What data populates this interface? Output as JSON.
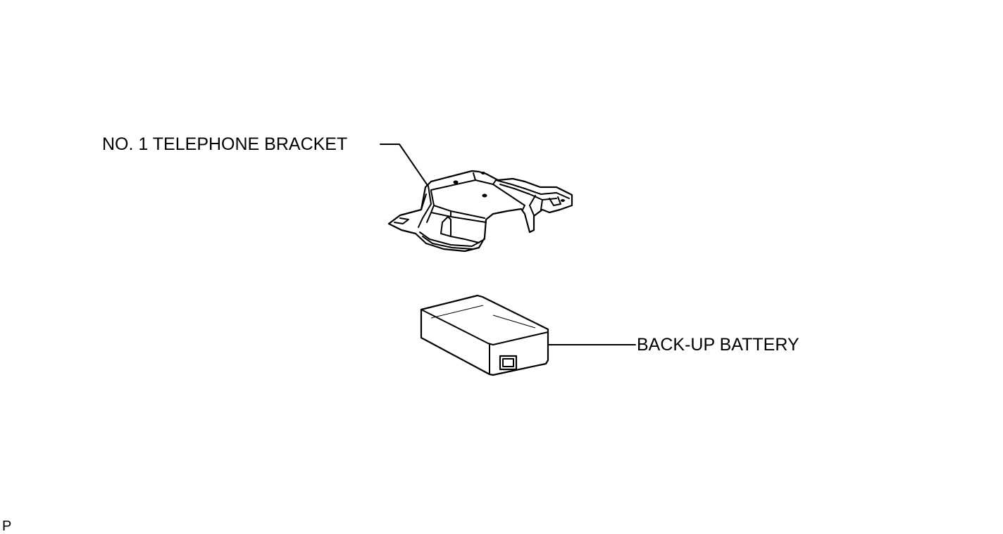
{
  "callouts": {
    "bracket": "NO. 1 TELEPHONE BRACKET",
    "battery": "BACK-UP BATTERY"
  },
  "corner_code": "P",
  "colors": {
    "line": "#000000",
    "background": "#ffffff"
  }
}
